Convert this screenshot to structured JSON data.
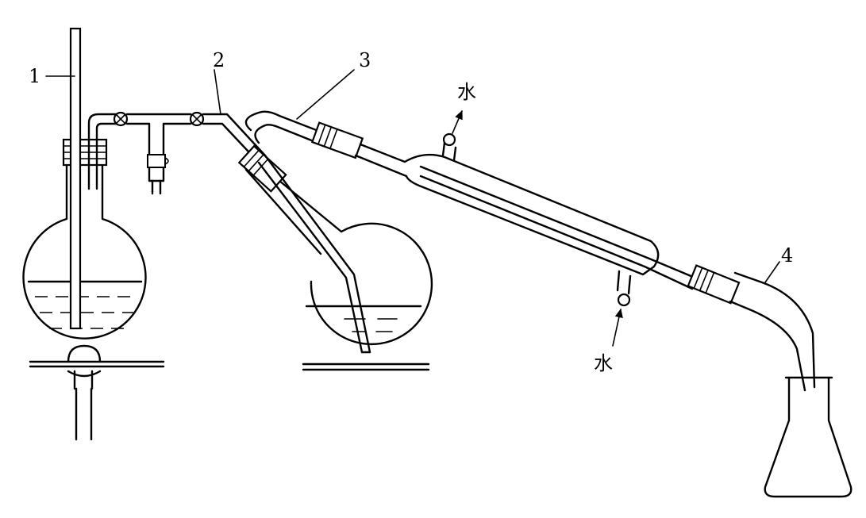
{
  "diagram": {
    "labels": {
      "one": "1",
      "two": "2",
      "three": "3",
      "four": "4"
    },
    "water_outlet": "水",
    "water_inlet": "水",
    "colors": {
      "stroke": "#000000",
      "background": "#ffffff"
    }
  }
}
